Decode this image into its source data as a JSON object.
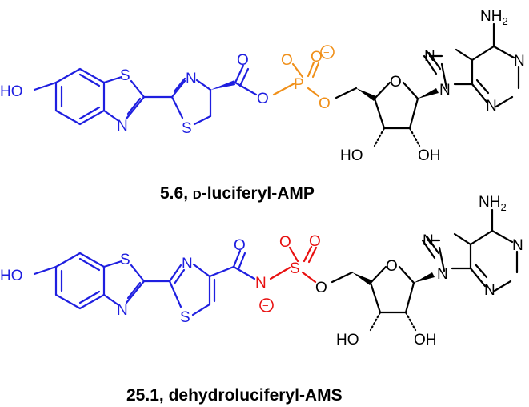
{
  "compound_1": {
    "caption": {
      "number": "5.6,",
      "stereo_prefix": "D",
      "name": "-luciferyl-AMP"
    },
    "atoms": {
      "ho": "HO",
      "s_benzo": "S",
      "n_benzo": "N",
      "n_thiazoline": "N",
      "s_thiazoline": "S",
      "o_carbonyl": "O",
      "o_ester": "O",
      "p": "P",
      "o_p1": "O",
      "o_p2": "O",
      "charge": "−",
      "o_link": "O",
      "o_ring": "O",
      "nh": "NH",
      "nh_sub": "2",
      "n7": "N",
      "n9": "N",
      "n1": "N",
      "n3": "N",
      "oh_left": "HO",
      "oh_right": "OH"
    },
    "colors": {
      "luciferin": "#1f1fe0",
      "phosphate": "#f0901a",
      "adenosine": "#000000"
    }
  },
  "compound_2": {
    "caption": {
      "number": "25.1,",
      "name": "dehydroluciferyl-AMS"
    },
    "atoms": {
      "ho": "HO",
      "s_benzo": "S",
      "n_benzo": "N",
      "n_thiazole": "N",
      "s_thiazole": "S",
      "o_carbonyl": "O",
      "n_sulfamoyl": "N",
      "charge": "−",
      "s": "S",
      "o_s1": "O",
      "o_s2": "O",
      "o_link": "O",
      "o_ring": "O",
      "nh": "NH",
      "nh_sub": "2",
      "n7": "N",
      "n9": "N",
      "n1": "N",
      "n3": "N",
      "oh_left": "HO",
      "oh_right": "OH"
    },
    "colors": {
      "dehydroluciferin": "#1f1fe0",
      "sulfamoyl": "#e81010",
      "adenosine": "#000000"
    }
  }
}
